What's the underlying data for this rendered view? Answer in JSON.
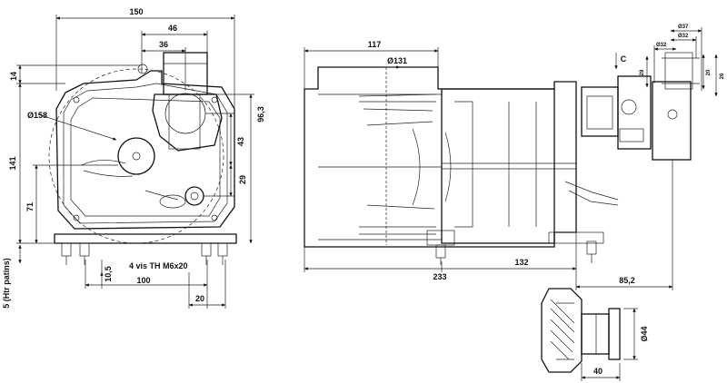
{
  "front_view": {
    "width_overall": "150",
    "width_46": "46",
    "width_36": "36",
    "height_14": "14",
    "height_141": "141",
    "height_71": "71",
    "height_96_3": "96,3",
    "height_43": "43",
    "height_29": "29",
    "diameter_158": "158",
    "screw_note": "4 vis TH M6x20",
    "dim_10_5": "10,5",
    "dim_100": "100",
    "dim_20": "20",
    "feet_height": "5 (Htr patins)"
  },
  "side_view": {
    "dim_117": "117",
    "diameter_131": "131",
    "dim_233": "233",
    "dim_132": "132",
    "dim_85_2": "85,2",
    "view_letter": "C"
  },
  "connector_view": {
    "diameter_37": "37",
    "diameter_32a": "32",
    "diameter_32b": "32",
    "dim_20": "20",
    "dim_26": "26",
    "dim_29": "29"
  },
  "detail_view": {
    "diameter_44": "44",
    "dim_40": "40"
  }
}
